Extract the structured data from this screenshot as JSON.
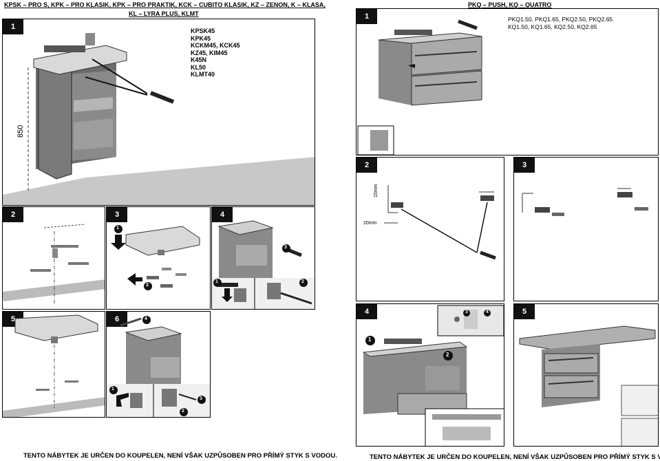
{
  "left_header": {
    "line1": "KPSK – PRO S, KPK – PRO KLASIK, KPK – PRO PRAKTIK, KCK – CUBITO KLASIK, KZ – ZENON, K – KLASA,",
    "line2": "KL – LYRA PLUS, KLMT"
  },
  "right_header": "PKQ – PUSH, KQ – QUATRO",
  "left_panels": {
    "p1": {
      "badge": "1",
      "models": [
        "KPSK45",
        "KPK45",
        "KCKM45, KCK45",
        "KZ45, KIM45",
        "K45N",
        "KL50",
        "KLMT40"
      ],
      "dimension": "850"
    },
    "p2": {
      "badge": "2"
    },
    "p3": {
      "badge": "3",
      "steps": [
        "1",
        "2"
      ]
    },
    "p4": {
      "badge": "4",
      "steps": [
        "3",
        "1",
        "2"
      ]
    },
    "p5": {
      "badge": "5"
    },
    "p6": {
      "badge": "6",
      "steps": [
        "4",
        "1",
        "2",
        "3"
      ]
    }
  },
  "right_panels": {
    "p1": {
      "badge": "1",
      "models": [
        "PKQ1.50, PKQ1.65, PKQ2.50, PKQ2.65",
        "KQ1.50, KQ1.65, KQ2.50, KQ2.65"
      ]
    },
    "p2": {
      "badge": "2",
      "dim_vertical": "15mm",
      "dim_horizontal": "20mm"
    },
    "p3": {
      "badge": "3"
    },
    "p4": {
      "badge": "4",
      "steps": [
        "1",
        "2",
        "3",
        "4"
      ]
    },
    "p5": {
      "badge": "5"
    }
  },
  "footer_left": "TENTO NÁBYTEK JE URČEN DO KOUPELEN, NENÍ VŠAK UZPŮSOBEN PRO PŘÍMÝ STYK S VODOU.",
  "footer_right": "TENTO NÁBYTEK JE URČEN DO KOUPELEN, NENÍ VŠAK UZPŮSOBEN PRO PŘÍMÝ STYK S VODOU."
}
